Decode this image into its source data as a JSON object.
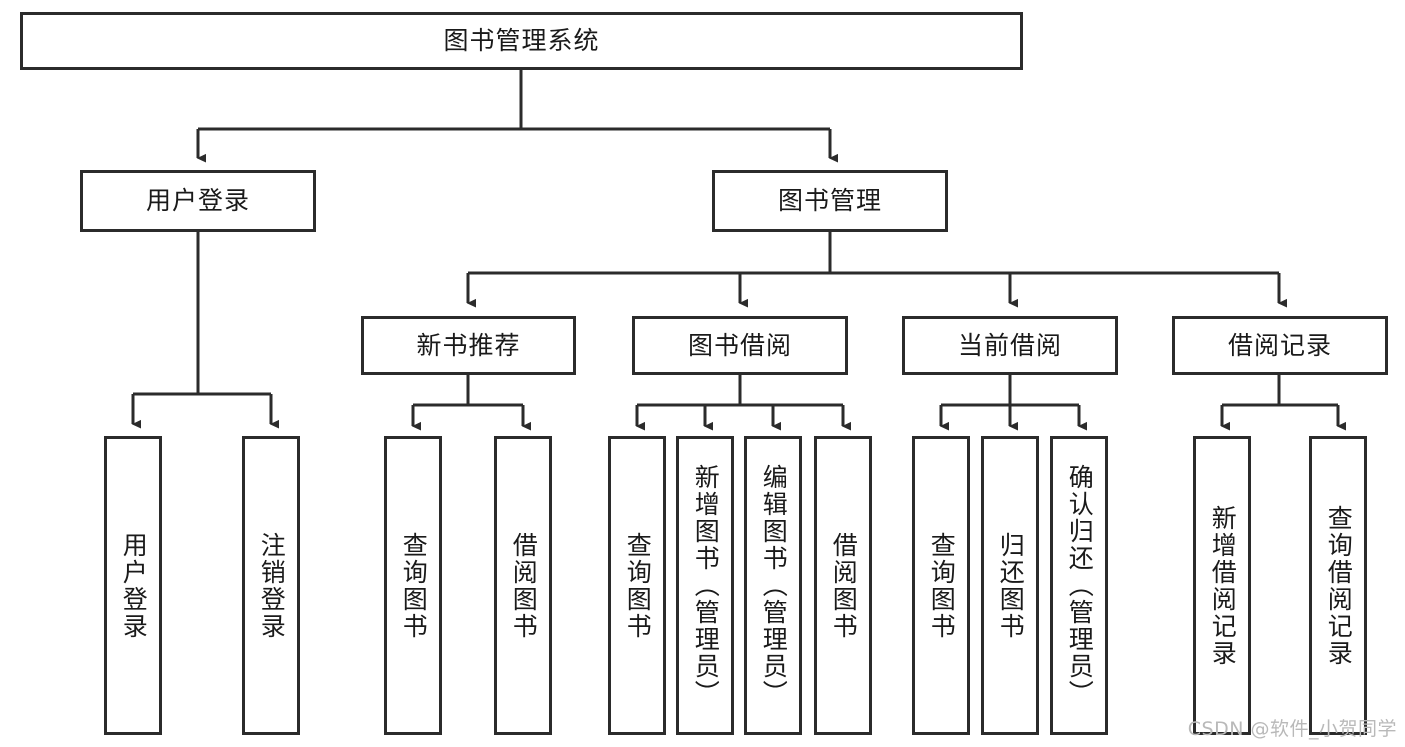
{
  "diagram": {
    "type": "tree-hierarchy-flowchart",
    "title": "图书管理系统",
    "root": {
      "id": "root",
      "label": "图书管理系统"
    },
    "level2": [
      {
        "id": "user-login",
        "label": "用户登录"
      },
      {
        "id": "book-manage",
        "label": "图书管理"
      }
    ],
    "level3": [
      {
        "id": "new-book-rec",
        "label": "新书推荐",
        "parent": "book-manage"
      },
      {
        "id": "book-borrow",
        "label": "图书借阅",
        "parent": "book-manage"
      },
      {
        "id": "current-borrow",
        "label": "当前借阅",
        "parent": "book-manage"
      },
      {
        "id": "borrow-record",
        "label": "借阅记录",
        "parent": "book-manage"
      }
    ],
    "leaves": [
      {
        "id": "leaf-user-login",
        "label": "用户登录",
        "parent": "user-login"
      },
      {
        "id": "leaf-logout-login",
        "label": "注销登录",
        "parent": "user-login"
      },
      {
        "id": "leaf-query-book-1",
        "label": "查询图书",
        "parent": "new-book-rec"
      },
      {
        "id": "leaf-borrow-book-1",
        "label": "借阅图书",
        "parent": "new-book-rec"
      },
      {
        "id": "leaf-query-book-2",
        "label": "查询图书",
        "parent": "book-borrow"
      },
      {
        "id": "leaf-add-book",
        "label": "新增图书（管理员）",
        "parent": "book-borrow"
      },
      {
        "id": "leaf-edit-book",
        "label": "编辑图书（管理员）",
        "parent": "book-borrow"
      },
      {
        "id": "leaf-borrow-book-2",
        "label": "借阅图书",
        "parent": "book-borrow"
      },
      {
        "id": "leaf-query-book-3",
        "label": "查询图书",
        "parent": "current-borrow"
      },
      {
        "id": "leaf-return-book",
        "label": "归还图书",
        "parent": "current-borrow"
      },
      {
        "id": "leaf-confirm-return",
        "label": "确认归还（管理员）",
        "parent": "current-borrow"
      },
      {
        "id": "leaf-add-record",
        "label": "新增借阅记录",
        "parent": "borrow-record"
      },
      {
        "id": "leaf-query-record",
        "label": "查询借阅记录",
        "parent": "borrow-record"
      }
    ],
    "colors": {
      "stroke": "#2b2b2b",
      "fill": "#ffffff",
      "text": "#1a1a1a",
      "watermark": "#b9b9b9"
    }
  },
  "watermark": {
    "text": "CSDN @软件_小贺同学"
  }
}
